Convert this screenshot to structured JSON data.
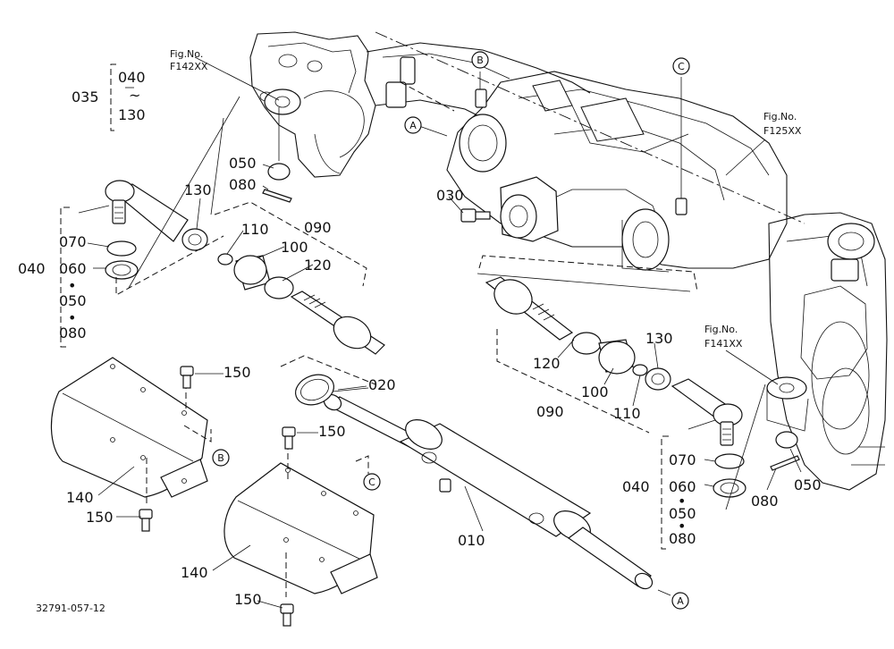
{
  "drawing_id": "32791-057-12",
  "fig_refs": {
    "f142": {
      "title": "Fig.No.",
      "code": "F142XX"
    },
    "f125": {
      "title": "Fig.No.",
      "code": "F125XX"
    },
    "f141": {
      "title": "Fig.No.",
      "code": "F141XX"
    }
  },
  "range_group": {
    "main": "035",
    "from": "040",
    "tilde": "~",
    "to": "130"
  },
  "left_group": {
    "main": "040",
    "items": [
      "070",
      "060",
      "•",
      "050",
      "•",
      "080"
    ]
  },
  "right_group": {
    "main": "040",
    "items": [
      "070",
      "060",
      "•",
      "050",
      "•",
      "080"
    ]
  },
  "markers": {
    "a": "A",
    "b": "B",
    "c": "C"
  },
  "labels": {
    "p010": "010",
    "p020": "020",
    "p030": "030",
    "p050": "050",
    "p080": "080",
    "p090": "090",
    "p100": "100",
    "p110": "110",
    "p120": "120",
    "p130": "130",
    "p140": "140",
    "p150": "150"
  }
}
